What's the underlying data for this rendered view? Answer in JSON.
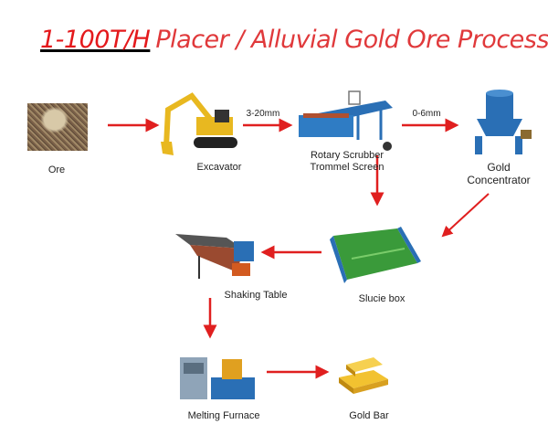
{
  "title": {
    "capacity": "1-100T/H",
    "text": "Placer / Alluvial Gold Ore Process"
  },
  "steps": {
    "ore": "Ore",
    "excavator": "Excavator",
    "trommel_line1": "Rotary Scrubber",
    "trommel_line2": "Trommel Screen",
    "concentrator_line1": "Gold",
    "concentrator_line2": "Concentrator",
    "sluice": "Slucie box",
    "shaking_table": "Shaking Table",
    "furnace": "Melting Furnace",
    "gold_bar": "Gold Bar"
  },
  "sizes": {
    "excavator_to_trommel": "3-20mm",
    "trommel_to_concentrator": "0-6mm"
  },
  "colors": {
    "arrow": "#e01f1f",
    "title": "#e0393b",
    "machine_blue": "#2a6fb5",
    "gold": "#e8b820"
  }
}
